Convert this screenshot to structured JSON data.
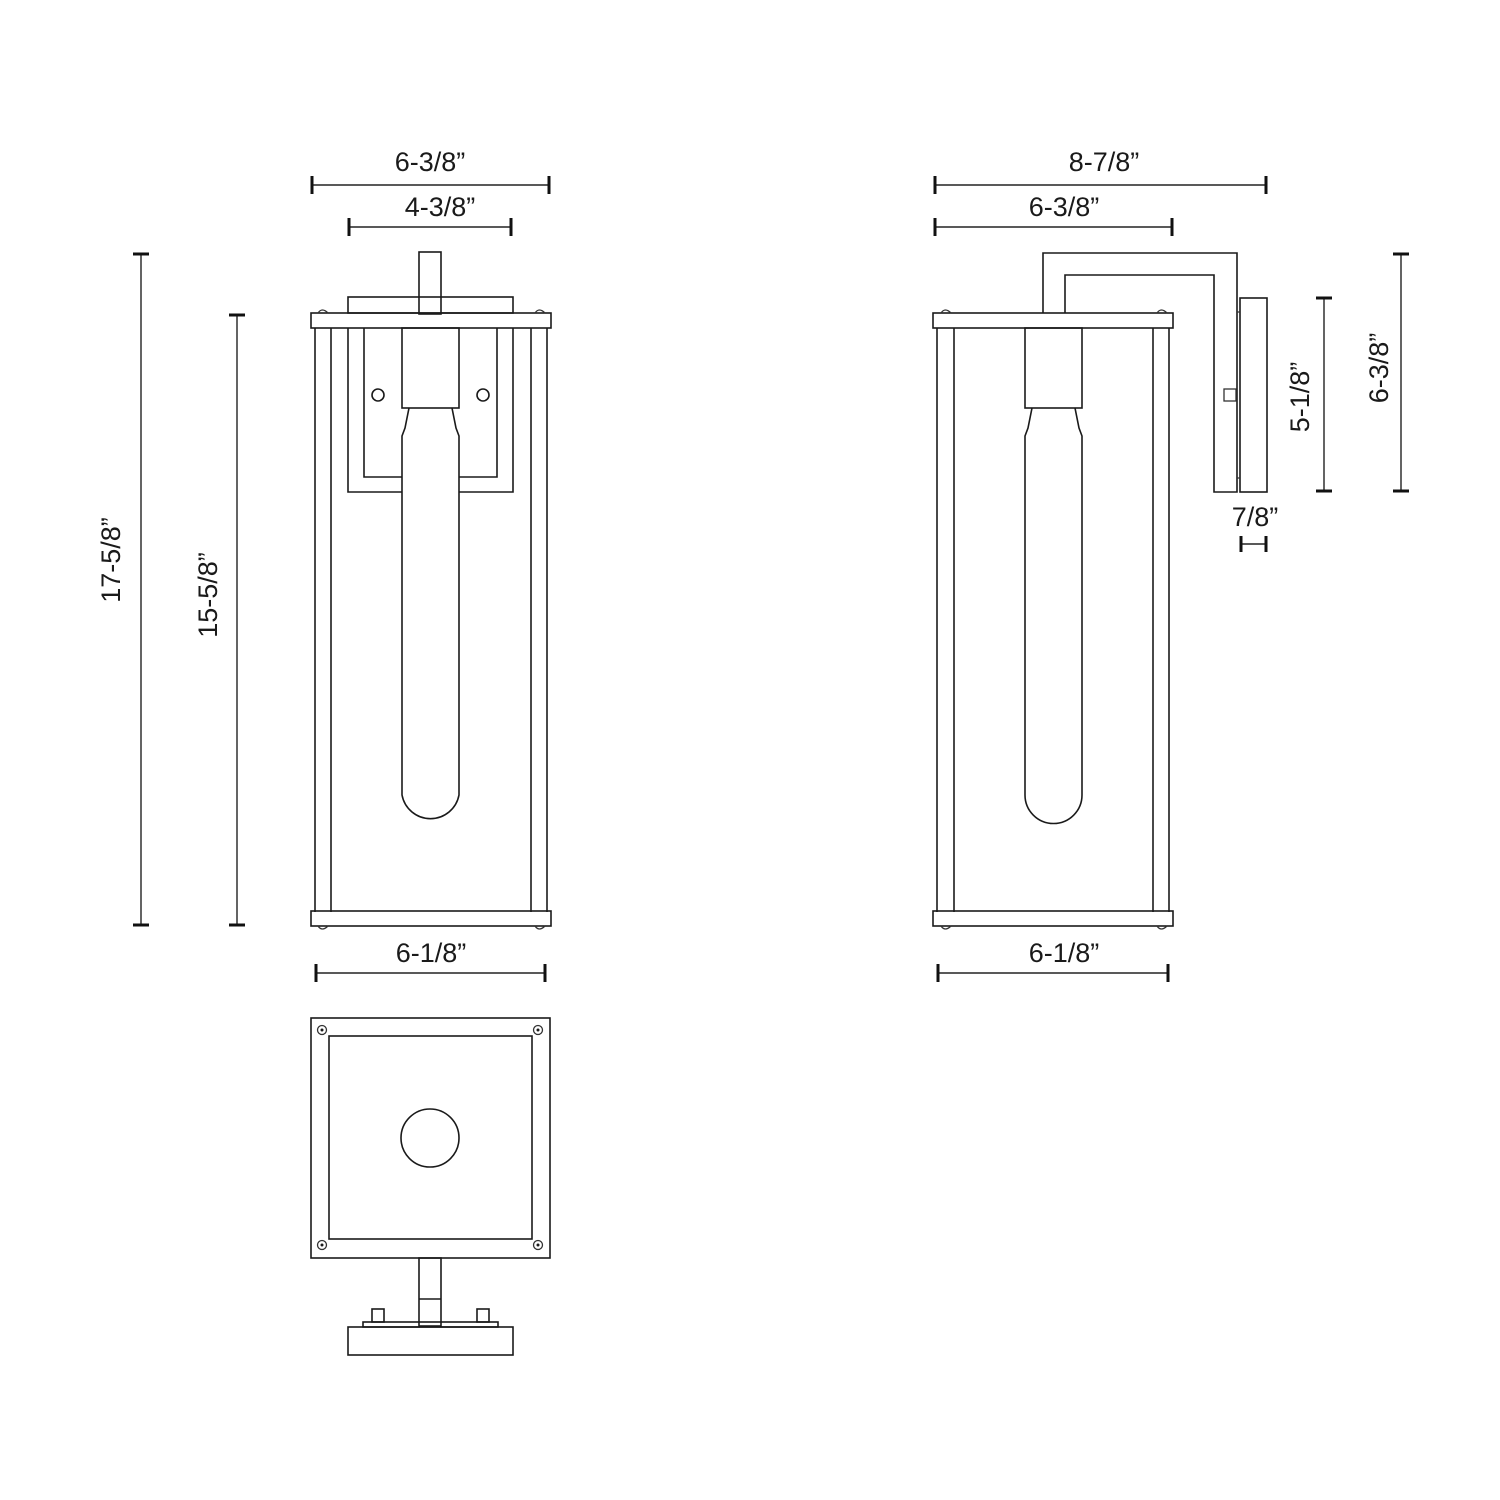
{
  "drawing": {
    "front_view": {
      "overall_width": "6-3/8”",
      "backplate_width": "4-3/8”",
      "overall_height": "17-5/8”",
      "lantern_height": "15-5/8”",
      "base_width": "6-1/8”"
    },
    "side_view": {
      "overall_extension": "8-7/8”",
      "lantern_depth": "6-3/8”",
      "backplate_height": "5-1/8”",
      "arm_height": "6-3/8”",
      "backplate_depth": "7/8”",
      "base_width": "6-1/8”"
    },
    "top_view": {
      "label": ""
    }
  },
  "colors": {
    "line": "#1a1a1a",
    "background": "#ffffff"
  }
}
